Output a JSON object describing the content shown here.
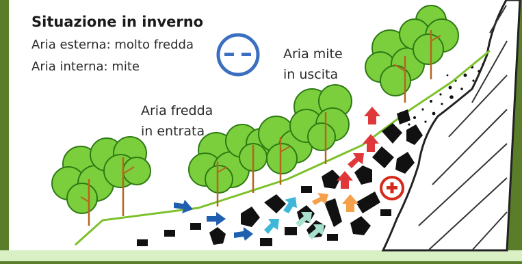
{
  "header": {
    "title": "Situazione in inverno",
    "line1": "Aria esterna: molto fredda",
    "line2": "Aria interna: mite"
  },
  "labels": {
    "mild_air_out_1": "Aria mite",
    "mild_air_out_2": "in uscita",
    "cold_air_in_1": "Aria fredda",
    "cold_air_in_2": "in entrata"
  },
  "symbols": {
    "negative_pressure": "−−",
    "positive_pressure": "+"
  },
  "colors": {
    "border_green": "#5a7d2a",
    "bottom_band": "#d9efc4",
    "slope_line": "#7cc12a",
    "tree_leaf": "#7ccf3c",
    "tree_leaf_dark": "#2e7a14",
    "trunk": "#b5651d",
    "minus_circle": "#3b6fc0",
    "plus_circle": "#d42a1c",
    "arrow_blue_dark": "#1f5fb0",
    "arrow_cyan": "#3eb7d8",
    "arrow_mint": "#a8e0d0",
    "arrow_orange": "#f5a04a",
    "arrow_red": "#e0383a"
  },
  "icons": [
    "tree-icon",
    "rock-icon",
    "arrow-icon",
    "minus-circle-icon",
    "plus-circle-icon"
  ]
}
